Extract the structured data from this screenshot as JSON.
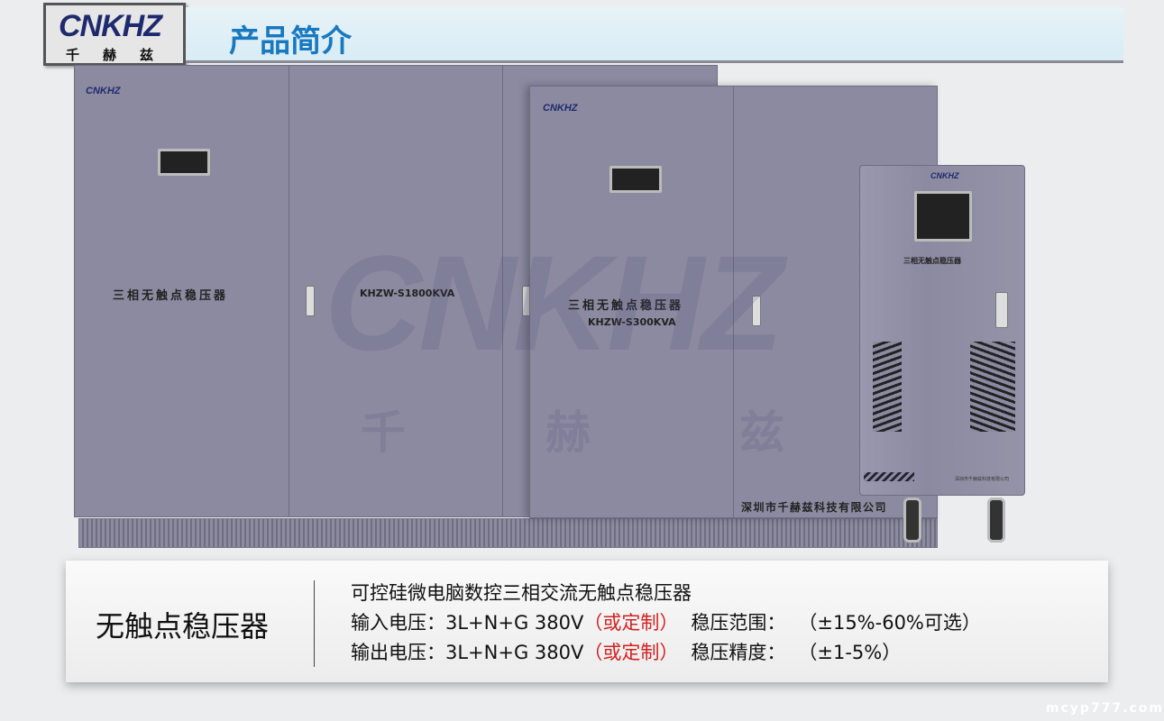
{
  "header": {
    "logo_text": "CNKHZ",
    "logo_cn": "千赫兹",
    "title": "产品简介"
  },
  "cabinet_large": {
    "brand": "CNKHZ",
    "label": "三相无触点稳压器",
    "model": "KHZW-S1800KVA"
  },
  "cabinet_medium": {
    "brand": "CNKHZ",
    "label": "三相无触点稳压器",
    "model": "KHZW-S300KVA",
    "company": "深圳市千赫兹科技有限公司"
  },
  "cabinet_small": {
    "brand": "CNKHZ",
    "label": "三相无触点稳压器",
    "company": "深圳市千赫兹科技有限公司"
  },
  "watermark": {
    "text": "CNKHZ",
    "cn": [
      "千",
      "赫",
      "兹"
    ]
  },
  "info": {
    "product_name": "无触点稳压器",
    "subtitle": "可控硅微电脑数控三相交流无触点稳压器",
    "input_label": "输入电压：3L+N+G 380V",
    "input_custom": "（或定制）",
    "range_label": "稳压范围：",
    "range_value": "（±15%-60%可选）",
    "output_label": "输出电压：3L+N+G 380V",
    "output_custom": "（或定制）",
    "precision_label": "稳压精度：",
    "precision_value": "（±1-5%）"
  },
  "site_watermark": "mcyp777.com",
  "colors": {
    "accent": "#1878c0",
    "custom": "#d42020",
    "cabinet": "#8c8aa0"
  }
}
